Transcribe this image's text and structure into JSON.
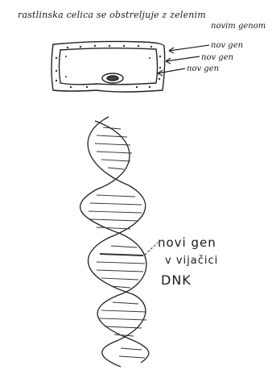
{
  "cell": {
    "title_line1": "rastlinska celica se obstreljuje z zelenim",
    "title_line2": "novim genom",
    "gene_labels": [
      "nov gen",
      "nov gen",
      "nov gen"
    ]
  },
  "dna": {
    "label_line1": "novi gen",
    "label_line2": "v vijačici",
    "label_line3": "DNK"
  }
}
